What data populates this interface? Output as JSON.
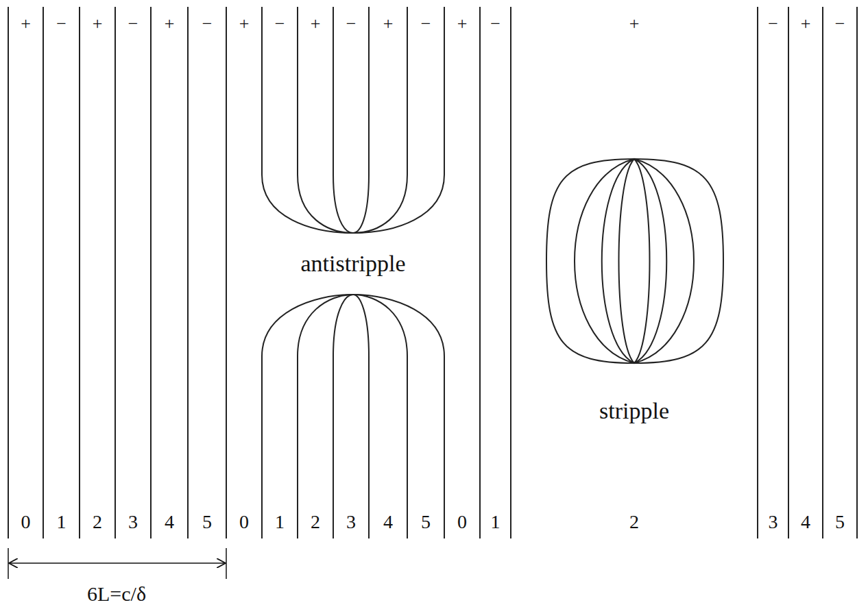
{
  "diagram": {
    "nodes": [
      {
        "text": [
          "+",
          "0"
        ]
      },
      {
        "text": [
          "−",
          "1"
        ]
      },
      {
        "text": [
          "+",
          "2"
        ]
      },
      {
        "text": [
          "−",
          "3"
        ]
      },
      {
        "text": [
          "+",
          "4"
        ]
      },
      {
        "text": [
          "−",
          "5"
        ]
      },
      {
        "text": [
          "+",
          "0"
        ]
      },
      {
        "text": [
          "−",
          "1"
        ]
      },
      {
        "text": [
          "+",
          "2"
        ]
      },
      {
        "text": [
          "−",
          "3"
        ]
      },
      {
        "text": [
          "+",
          "4"
        ]
      },
      {
        "text": [
          "−",
          "5"
        ]
      },
      {
        "text": [
          "+",
          "0"
        ]
      },
      {
        "text": [
          "−",
          "1"
        ]
      },
      {
        "text": [
          "+",
          "2"
        ]
      },
      {
        "text": [
          "−",
          "3"
        ]
      },
      {
        "text": [
          "+",
          "4"
        ]
      },
      {
        "text": [
          "−",
          "5"
        ]
      }
    ],
    "labels": [
      "antistripple",
      "stripple",
      "6L=c/δ"
    ]
  }
}
